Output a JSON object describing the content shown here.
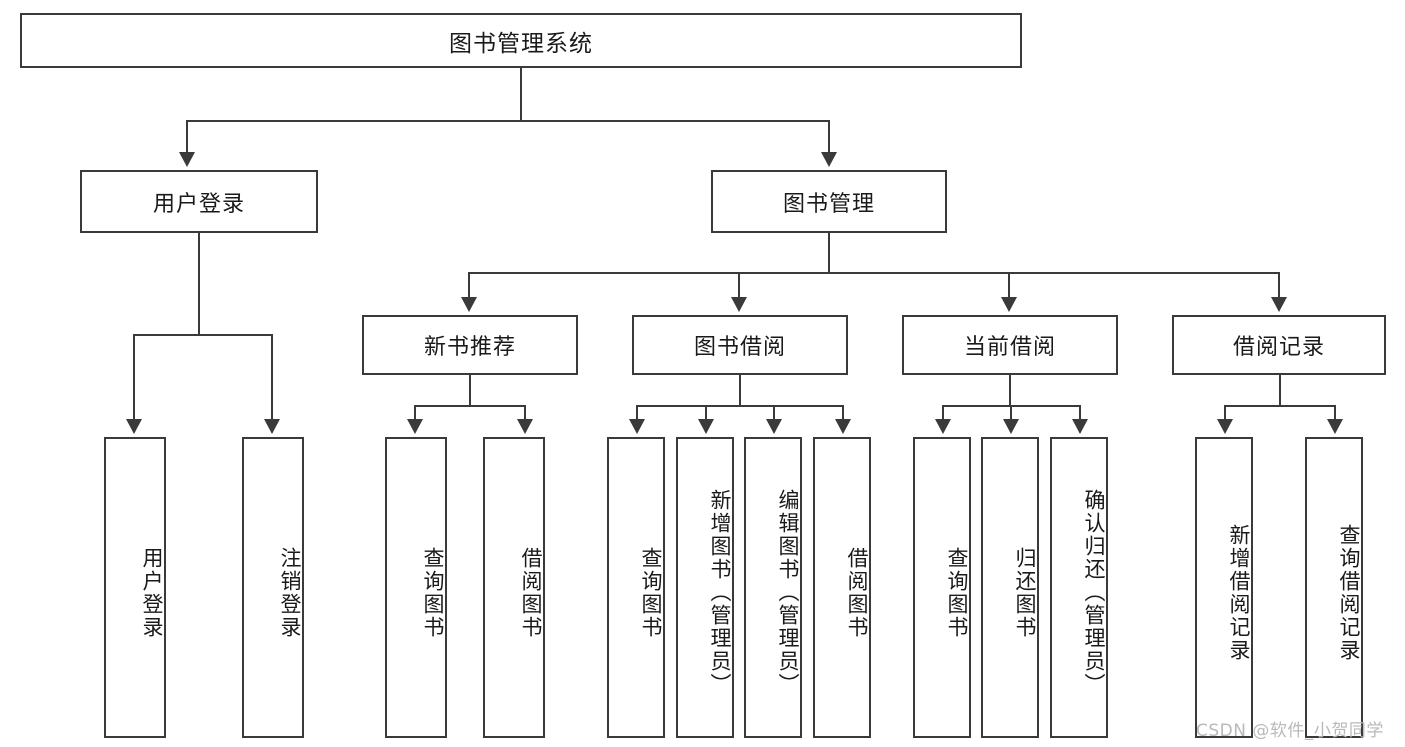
{
  "diagram": {
    "title": "图书管理系统",
    "type": "hierarchy-tree",
    "root": {
      "label": "图书管理系统"
    },
    "level1": [
      {
        "label": "用户登录"
      },
      {
        "label": "图书管理"
      }
    ],
    "level2": [
      {
        "label": "新书推荐"
      },
      {
        "label": "图书借阅"
      },
      {
        "label": "当前借阅"
      },
      {
        "label": "借阅记录"
      }
    ],
    "leaves": {
      "user_login": [
        {
          "label": "用户登录"
        },
        {
          "label": "注销登录"
        }
      ],
      "new_book": [
        {
          "label": "查询图书"
        },
        {
          "label": "借阅图书"
        }
      ],
      "book_borrow": [
        {
          "label": "查询图书"
        },
        {
          "label": "新增图书（管理员）"
        },
        {
          "label": "编辑图书（管理员）"
        },
        {
          "label": "借阅图书"
        }
      ],
      "current_borrow": [
        {
          "label": "查询图书"
        },
        {
          "label": "归还图书"
        },
        {
          "label": "确认归还（管理员）"
        }
      ],
      "borrow_record": [
        {
          "label": "新增借阅记录"
        },
        {
          "label": "查询借阅记录"
        }
      ]
    }
  },
  "watermark": {
    "text": "CSDN @软件_小贺同学"
  },
  "colors": {
    "stroke": "#3a3a3a",
    "fill": "#ffffff",
    "text": "#1a1a1a",
    "watermark": "#b9b9b9"
  }
}
